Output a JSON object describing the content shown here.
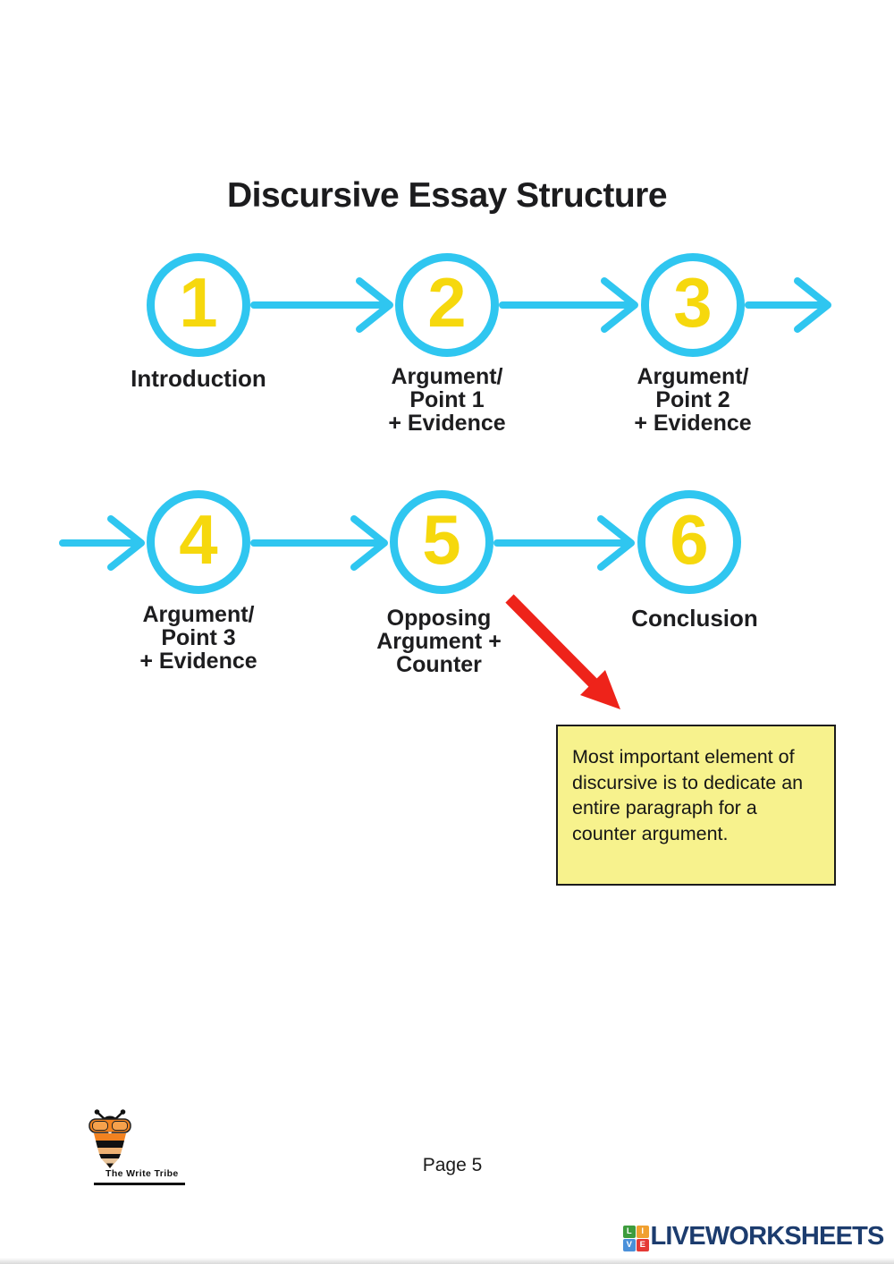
{
  "page": {
    "title": "Discursive Essay Structure",
    "page_label": "Page 5"
  },
  "diagram": {
    "steps": [
      {
        "number": "1",
        "lines": [
          "Introduction"
        ]
      },
      {
        "number": "2",
        "lines": [
          "Argument/",
          "Point 1",
          "+ Evidence"
        ]
      },
      {
        "number": "3",
        "lines": [
          "Argument/",
          "Point 2",
          "+ Evidence"
        ]
      },
      {
        "number": "4",
        "lines": [
          "Argument/",
          "Point 3",
          "+ Evidence"
        ]
      },
      {
        "number": "5",
        "lines": [
          "Opposing",
          "Argument +",
          "Counter"
        ]
      },
      {
        "number": "6",
        "lines": [
          "Conclusion"
        ]
      }
    ],
    "colors": {
      "circle_stroke": "#2fc6f0",
      "number_fill": "#f6d80d",
      "connector": "#2fc6f0",
      "callout_arrow": "#ee231a"
    }
  },
  "callout": {
    "text": "Most important element of discursive is to dedicate an entire paragraph for a counter argument.",
    "background": "#f7f28d"
  },
  "footer": {
    "logo_name": "The Write Tribe",
    "brand": {
      "name": "LIVEWORKSHEETS",
      "tiles": [
        "L",
        "I",
        "V",
        "E"
      ],
      "color": "#1c3c6e"
    }
  }
}
